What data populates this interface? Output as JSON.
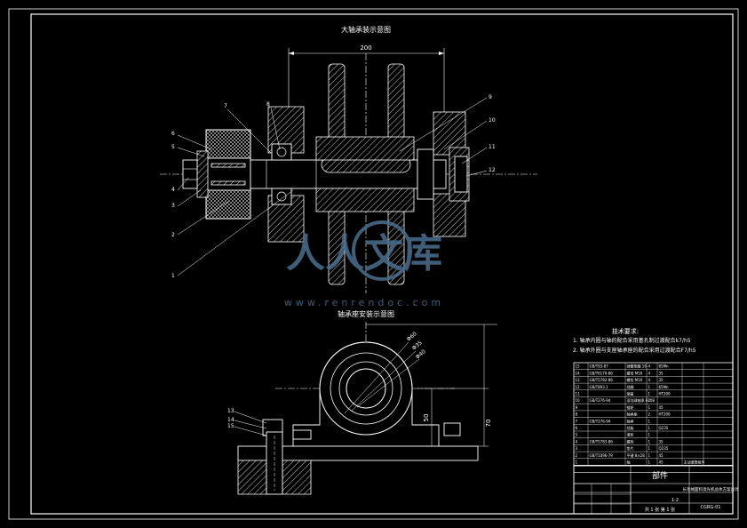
{
  "titles": {
    "top_view": "大轴承装示意图",
    "bottom_view": "轴承座安装示意图"
  },
  "dims": {
    "width_200": "200",
    "height_50": "50",
    "height_70": "70",
    "dia_60": "Φ60",
    "dia_35": "Φ35",
    "dia_40": "Φ40"
  },
  "balloons_left": [
    "7",
    "8",
    "5",
    "6",
    "4",
    "3",
    "2",
    "1"
  ],
  "balloons_right": [
    "9",
    "10",
    "11",
    "12"
  ],
  "balloons_bottom": [
    "13",
    "14",
    "15"
  ],
  "tech_req": {
    "heading": "技术要求:",
    "line1": "1. 轴承内圈与轴的配合采用基孔制过渡配合k7/h5",
    "line2": "2. 轴承外圈与支座轴承座的配合采用过渡配合F7/h5"
  },
  "bom_rows": [
    [
      "15",
      "GB/T93-87",
      "弹簧垫圈 16",
      "4",
      "65Mn",
      ""
    ],
    [
      "14",
      "GB/T6170-86",
      "螺母 M16",
      "4",
      "35",
      ""
    ],
    [
      "13",
      "GB/T5782-86",
      "螺栓 M16",
      "4",
      "35",
      ""
    ],
    [
      "12",
      "GB/T893.1",
      "挡圈",
      "1",
      "65Mn",
      ""
    ],
    [
      "11",
      "",
      "端盖",
      "1",
      "HT200",
      ""
    ],
    [
      "10",
      "GB/T276-94",
      "深沟球轴承 6208",
      "1",
      "",
      ""
    ],
    [
      "9",
      "",
      "链轮",
      "1",
      "45",
      ""
    ],
    [
      "8",
      "",
      "轴承座",
      "2",
      "HT200",
      ""
    ],
    [
      "7",
      "GB/T276-94",
      "轴承",
      "1",
      "",
      ""
    ],
    [
      "6",
      "",
      "挡板",
      "1",
      "Q235",
      ""
    ],
    [
      "5",
      "",
      "滚轮",
      "1",
      "",
      ""
    ],
    [
      "4",
      "GB/T5783-86",
      "螺栓",
      "1",
      "35",
      ""
    ],
    [
      "3",
      "",
      "垫片",
      "1",
      "Q235",
      ""
    ],
    [
      "2",
      "GB/T1096-79",
      "平键 8×28",
      "1",
      "45",
      ""
    ],
    [
      "1",
      "",
      "轴",
      "1",
      "45",
      "主动滚筒组件"
    ]
  ],
  "title_block": {
    "name": "部件",
    "project": "长毛绒面料烫光机总体方案设计",
    "drawing_no": "CGRG-01",
    "scale": "1:2",
    "sheet": "共 1 张  第 1 张"
  },
  "watermark": {
    "brand": "人人文库",
    "url": "www.renrendoc.com"
  }
}
